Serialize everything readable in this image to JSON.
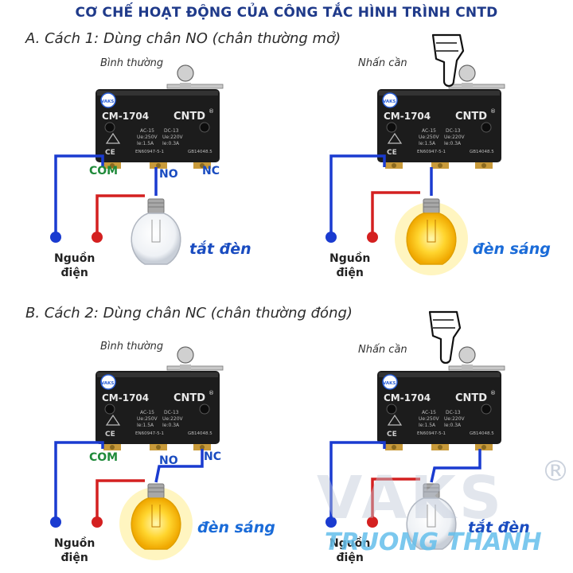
{
  "title": "CƠ CHẾ HOẠT ĐỘNG CỦA CÔNG TẮC HÌNH TRÌNH CNTD",
  "section_a": "A. Cách 1: Dùng chân NO (chân thường mở)",
  "section_b": "B. Cách 2: Dùng chân NC (chân thường đóng)",
  "label_normal": "Bình thường",
  "label_press": "Nhấn cần",
  "pin_com": "COM",
  "pin_no": "NO",
  "pin_nc": "NC",
  "power_line1": "Nguồn",
  "power_line2": "điện",
  "state_off": "tắt đèn",
  "state_on": "đèn sáng",
  "switch": {
    "model": "CM-1704",
    "brand": "CNTD",
    "brand_mark": "®",
    "logo": "VAKS",
    "spec_ac": "AC-15",
    "spec_dc": "DC-13",
    "spec_ue1": "Ue:250V",
    "spec_ue2": "Ue:220V",
    "spec_ie1": "Ie:1.5A",
    "spec_ie2": "Ie:0.3A",
    "spec_std": "EN60947-5-1",
    "spec_gb": "GB14048.5"
  },
  "watermark": {
    "brand": "VAKS",
    "reg": "®",
    "sub": "TRUONG THANH"
  },
  "colors": {
    "wire_blue": "#1a3bd0",
    "wire_red": "#d42020",
    "switch_body": "#1c1c1c",
    "lamp_on": "#ffcc22",
    "text_pin": "#1f8a3a"
  },
  "icons": [
    "hand-pointing-down-icon",
    "lightbulb-icon",
    "ce-mark-icon",
    "warning-triangle-icon"
  ]
}
